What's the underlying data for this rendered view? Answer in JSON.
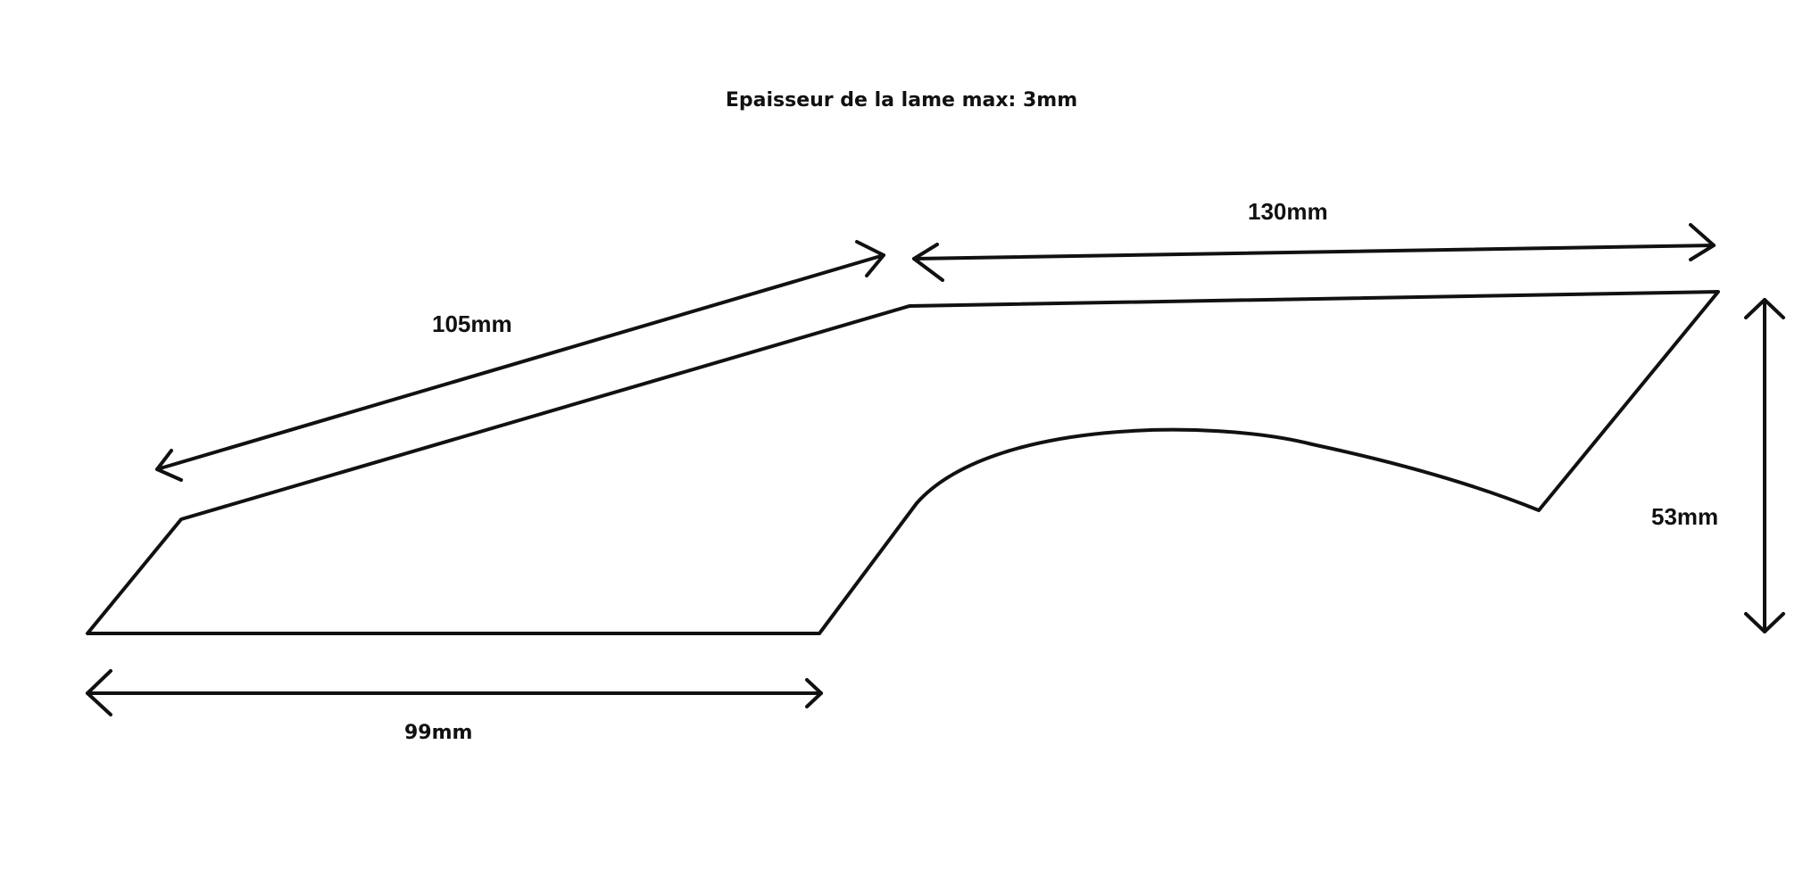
{
  "title": "Epaisseur de la lame max: 3mm",
  "dimensions": {
    "top_left_edge": "105mm",
    "top_right_edge": "130mm",
    "height": "53mm",
    "bottom_edge": "99mm"
  },
  "colors": {
    "line": "#111111",
    "background": "#ffffff"
  }
}
